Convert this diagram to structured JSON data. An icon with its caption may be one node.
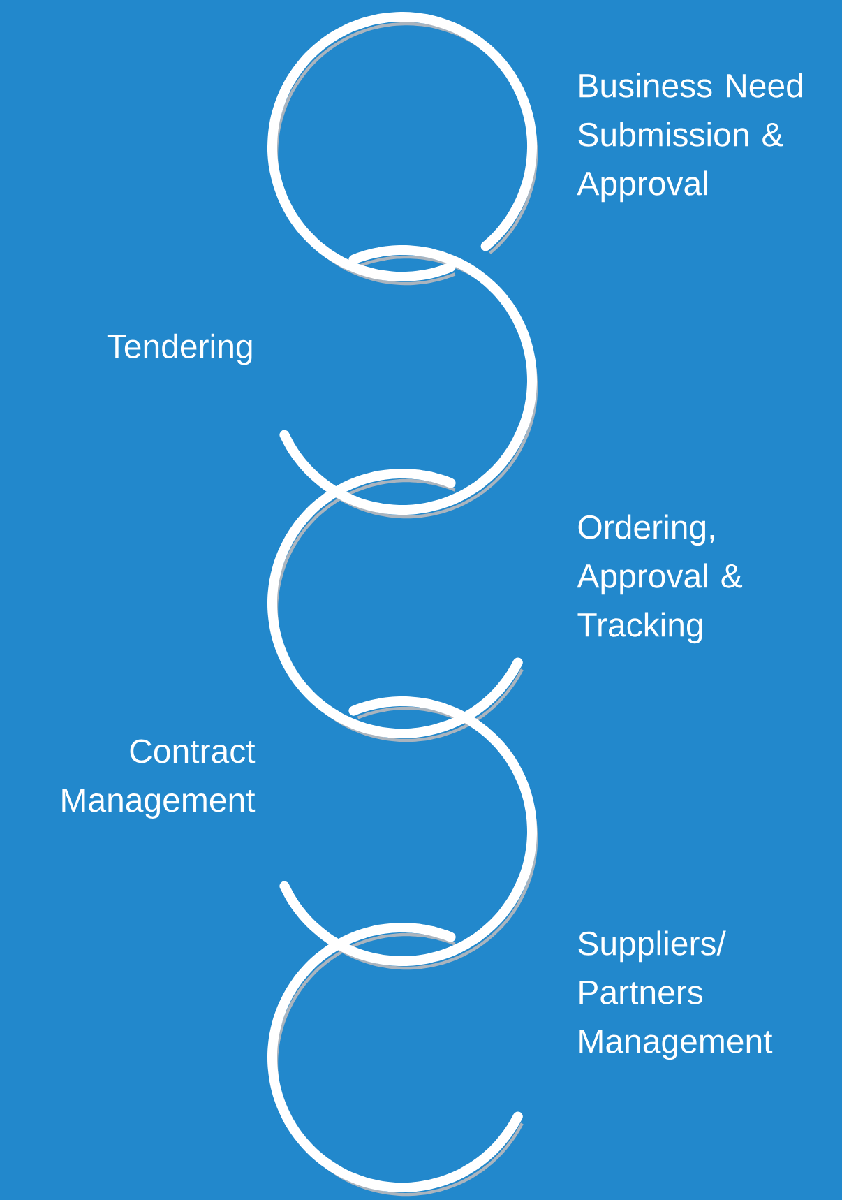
{
  "diagram": {
    "labels": [
      "Business Need Submission & Approval",
      "Tendering",
      "Ordering, Approval & Tracking",
      "Contract Management",
      "Suppliers/ Partners Management"
    ]
  }
}
